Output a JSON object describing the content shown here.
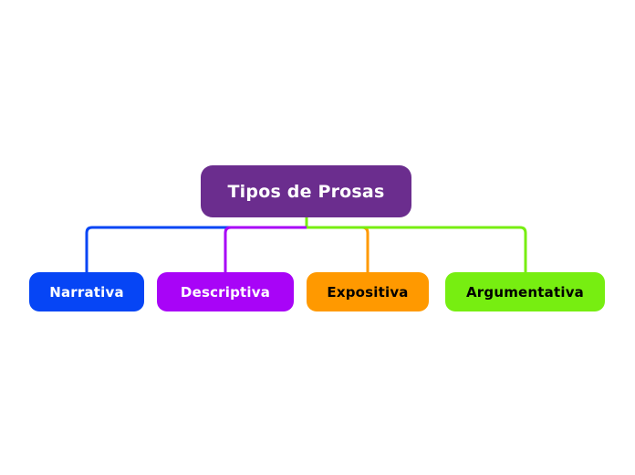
{
  "diagram": {
    "title": "Tipos de Prosas",
    "type": "mind-map",
    "background_color": "#ffffff",
    "root": {
      "label": "Tipos de Prosas",
      "fill_color": "#6B2D8E",
      "text_color": "#ffffff"
    },
    "children": [
      {
        "label": "Narrativa",
        "fill_color": "#0645F5",
        "text_color": "#ffffff",
        "connector_color": "#0645F5"
      },
      {
        "label": "Descriptiva",
        "fill_color": "#A804F7",
        "text_color": "#ffffff",
        "connector_color": "#A804F7"
      },
      {
        "label": "Expositiva",
        "fill_color": "#FF9900",
        "text_color": "#000000",
        "connector_color": "#FF9900"
      },
      {
        "label": "Argumentativa",
        "fill_color": "#77EE11",
        "text_color": "#000000",
        "connector_color": "#77EE11"
      }
    ]
  }
}
